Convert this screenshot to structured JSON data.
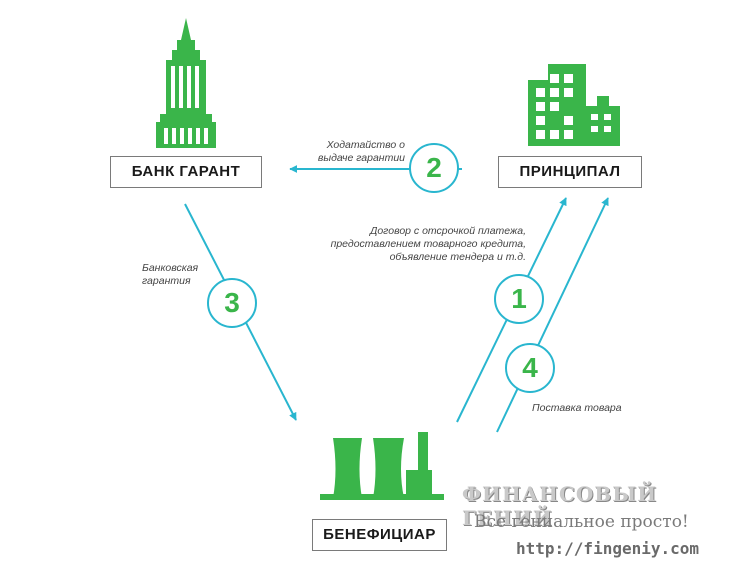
{
  "nodes": {
    "bank": "БАНК ГАРАНТ",
    "principal": "ПРИНЦИПАЛ",
    "beneficiary": "БЕНЕФИЦИАР"
  },
  "steps": {
    "s1": "1",
    "s2": "2",
    "s3": "3",
    "s4": "4"
  },
  "notes": {
    "n2_line1": "Ходатайство о",
    "n2_line2": "выдаче гарантии",
    "n1_line1": "Договор с отсрочкой платежа,",
    "n1_line2": "предоставлением товарного кредита,",
    "n1_line3": "объявление тендера и т.д.",
    "n3_line1": "Банковская",
    "n3_line2": "гарантия",
    "n4": "Поставка товара"
  },
  "watermark": {
    "title": "ФИНАНСОВЫЙ ГЕНИЙ",
    "slogan": "Все гениальное просто!",
    "url": "http://fingeniy.com"
  },
  "colors": {
    "green": "#3ab54a",
    "arrow": "#29b6cf",
    "border": "#7a7a7a"
  }
}
